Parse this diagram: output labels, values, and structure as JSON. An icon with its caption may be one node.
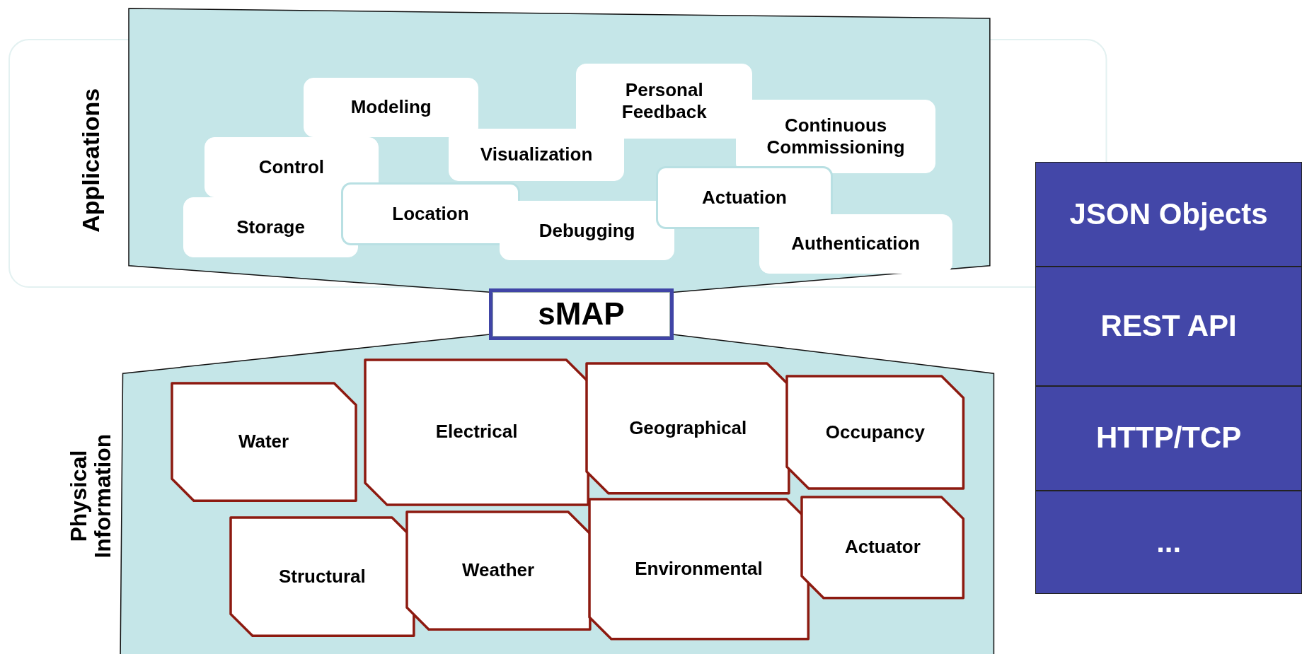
{
  "diagram": {
    "nodes": [
      {
        "text": [
          "Applications"
        ]
      },
      {
        "text": [
          "Modeling"
        ],
        "in": 0
      },
      {
        "text": [
          "Personal Feedback"
        ],
        "in": 0
      },
      {
        "text": [
          "Continuous Commissioning"
        ],
        "in": 0
      },
      {
        "text": [
          "Control"
        ],
        "in": 0
      },
      {
        "text": [
          "Visualization"
        ],
        "in": 0
      },
      {
        "text": [
          "Storage"
        ],
        "in": 0
      },
      {
        "text": [
          "Location"
        ],
        "in": 0
      },
      {
        "text": [
          "Debugging"
        ],
        "in": 0
      },
      {
        "text": [
          "Actuation"
        ],
        "in": 0
      },
      {
        "text": [
          "Authentication"
        ],
        "in": 0
      },
      {
        "text": [
          "sMAP"
        ]
      },
      {
        "text": [
          "Physical Information"
        ]
      },
      {
        "text": [
          "Water"
        ],
        "in": 12
      },
      {
        "text": [
          "Electrical"
        ],
        "in": 12
      },
      {
        "text": [
          "Geographical"
        ],
        "in": 12
      },
      {
        "text": [
          "Occupancy"
        ],
        "in": 12
      },
      {
        "text": [
          "Structural"
        ],
        "in": 12
      },
      {
        "text": [
          "Weather"
        ],
        "in": 12
      },
      {
        "text": [
          "Environmental"
        ],
        "in": 12
      },
      {
        "text": [
          "Actuator"
        ],
        "in": 12
      },
      {
        "text": [
          "JSON Objects"
        ]
      },
      {
        "text": [
          "REST API"
        ]
      },
      {
        "text": [
          "HTTP/TCP"
        ]
      },
      {
        "text": [
          "..."
        ]
      }
    ]
  }
}
